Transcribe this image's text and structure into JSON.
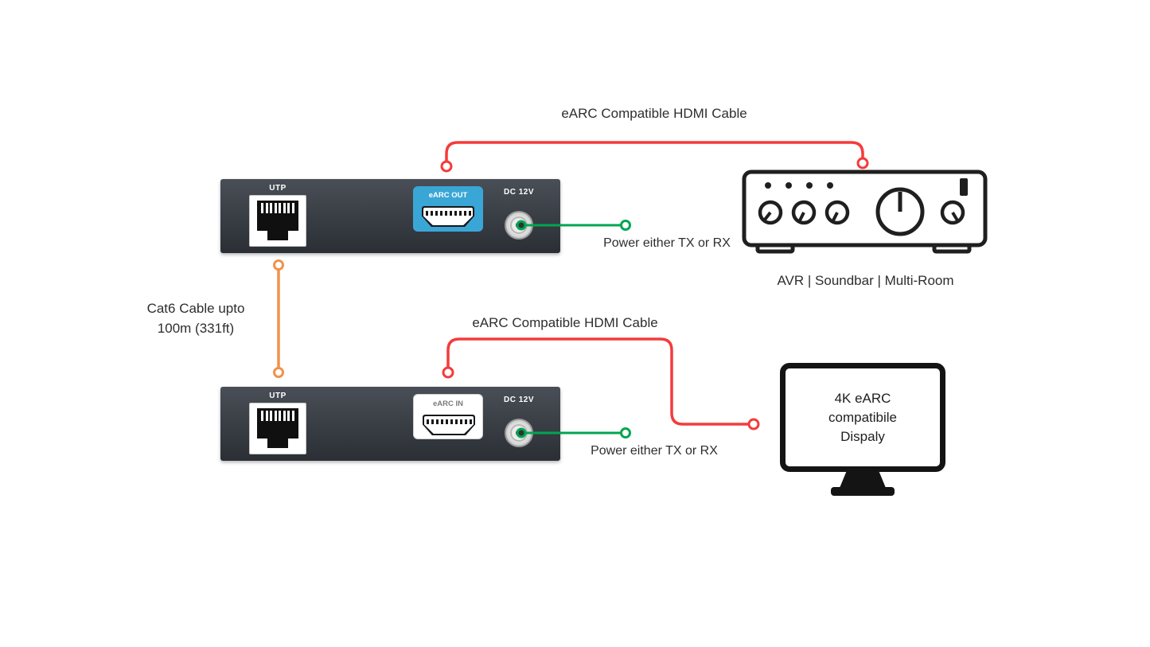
{
  "diagram": {
    "cables": {
      "hdmi_top_label": "eARC Compatible HDMI Cable",
      "hdmi_bottom_label": "eARC Compatible HDMI Cable",
      "cat6_label_line1": "Cat6 Cable upto",
      "cat6_label_line2": "100m (331ft)",
      "power_top_label": "Power either TX or RX",
      "power_bottom_label": "Power either TX or RX"
    },
    "devices": {
      "transmitter": {
        "utp_label": "UTP",
        "hdmi_label": "eARC OUT",
        "power_label": "DC 12V"
      },
      "receiver": {
        "utp_label": "UTP",
        "hdmi_label": "eARC IN",
        "power_label": "DC 12V"
      }
    },
    "endpoints": {
      "avr_label": "AVR | Soundbar | Multi-Room",
      "display_label_line1": "4K eARC",
      "display_label_line2": "compatibile",
      "display_label_line3": "Dispaly"
    },
    "colors": {
      "hdmi_cable": "#f43b3b",
      "cat6_cable": "#f0924a",
      "power_wire": "#00a651",
      "device_body": "#383d44",
      "hdmi_out_port": "#3aa6d6"
    }
  }
}
